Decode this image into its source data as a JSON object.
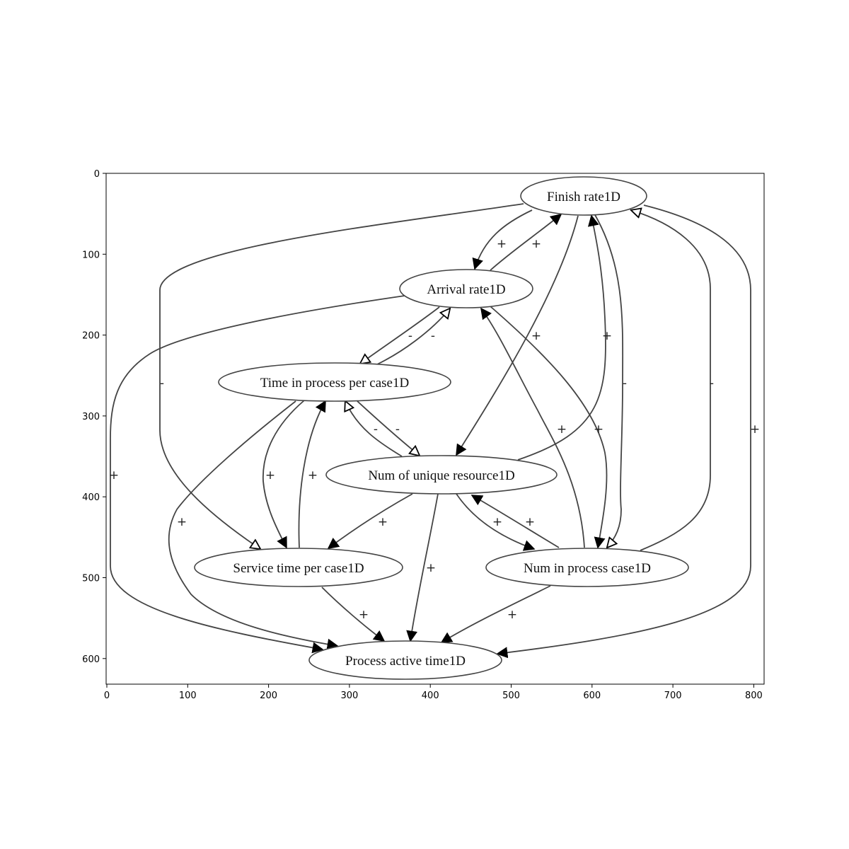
{
  "axes": {
    "x_ticks": [
      "0",
      "100",
      "200",
      "300",
      "400",
      "500",
      "600",
      "700",
      "800"
    ],
    "y_ticks": [
      "0",
      "100",
      "200",
      "300",
      "400",
      "500",
      "600"
    ]
  },
  "nodes": {
    "finish": "Finish rate1D",
    "arrival": "Arrival rate1D",
    "tip": "Time in process per case1D",
    "nur": "Num of unique resource1D",
    "stpc": "Service time per case1D",
    "nip": "Num in process case1D",
    "pat": "Process active time1D"
  },
  "edges": [
    {
      "from": "finish",
      "to": "arrival",
      "sign": "+",
      "head": "filled"
    },
    {
      "from": "arrival",
      "to": "finish",
      "sign": "+",
      "head": "filled"
    },
    {
      "from": "finish",
      "to": "nur",
      "sign": "+",
      "head": "filled"
    },
    {
      "from": "nur",
      "to": "finish",
      "sign": "+",
      "head": "filled"
    },
    {
      "from": "finish",
      "to": "nip",
      "sign": "-",
      "head": "hollow"
    },
    {
      "from": "nip",
      "to": "finish",
      "sign": "-",
      "head": "hollow"
    },
    {
      "from": "finish",
      "to": "stpc",
      "sign": "-",
      "head": "hollow"
    },
    {
      "from": "finish",
      "to": "pat",
      "sign": "+",
      "head": "filled"
    },
    {
      "from": "arrival",
      "to": "tip",
      "sign": "-",
      "head": "hollow"
    },
    {
      "from": "tip",
      "to": "arrival",
      "sign": "-",
      "head": "hollow"
    },
    {
      "from": "arrival",
      "to": "nip",
      "sign": "+",
      "head": "filled"
    },
    {
      "from": "nip",
      "to": "arrival",
      "sign": "+",
      "head": "filled"
    },
    {
      "from": "arrival",
      "to": "pat",
      "sign": "+",
      "head": "filled"
    },
    {
      "from": "tip",
      "to": "nur",
      "sign": "-",
      "head": "hollow"
    },
    {
      "from": "nur",
      "to": "tip",
      "sign": "-",
      "head": "hollow"
    },
    {
      "from": "tip",
      "to": "stpc",
      "sign": "+",
      "head": "filled"
    },
    {
      "from": "stpc",
      "to": "tip",
      "sign": "+",
      "head": "filled"
    },
    {
      "from": "tip",
      "to": "pat",
      "sign": "+",
      "head": "filled"
    },
    {
      "from": "nur",
      "to": "stpc",
      "sign": "+",
      "head": "filled"
    },
    {
      "from": "nur",
      "to": "nip",
      "sign": "+",
      "head": "filled"
    },
    {
      "from": "nip",
      "to": "nur",
      "sign": "+",
      "head": "filled"
    },
    {
      "from": "nur",
      "to": "pat",
      "sign": "+",
      "head": "filled"
    },
    {
      "from": "stpc",
      "to": "pat",
      "sign": "+",
      "head": "filled"
    },
    {
      "from": "nip",
      "to": "pat",
      "sign": "+",
      "head": "filled"
    }
  ]
}
